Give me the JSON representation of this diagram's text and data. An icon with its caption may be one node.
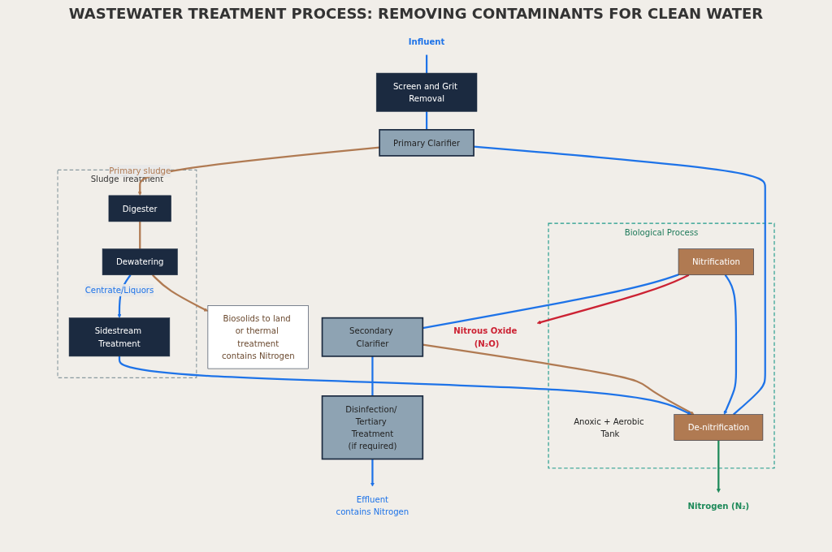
{
  "diagram": {
    "title": "WASTEWATER TREATMENT PROCESS: REMOVING CONTAMINANTS FOR CLEAN WATER",
    "nodes": [
      {
        "text": [
          "Influent"
        ]
      },
      {
        "text": [
          "Screen and Grit Removal"
        ]
      },
      {
        "text": [
          "Primary Clarifier"
        ]
      },
      {
        "text": [
          "Biological Process"
        ]
      },
      {
        "text": [
          "Anoxic + Aerobic Tank"
        ],
        "in": 3
      },
      {
        "text": [
          "De-nitrification"
        ],
        "in": 3
      },
      {
        "text": [
          "Nitrification"
        ],
        "in": 3
      },
      {
        "text": [
          "Nitrogen (N₂)"
        ]
      },
      {
        "text": [
          "Nitrous Oxide (N₂O)"
        ]
      },
      {
        "text": [
          "Secondary Clarifier"
        ]
      },
      {
        "text": [
          "Disinfection/ Tertiary Treatment",
          "(if required)"
        ]
      },
      {
        "text": [
          "Effluent",
          "contains Nitrogen"
        ]
      },
      {
        "text": [
          "Sludge Treatment"
        ]
      },
      {
        "text": [
          "Digester"
        ],
        "in": 12
      },
      {
        "text": [
          "Dewatering"
        ],
        "in": 12
      },
      {
        "text": [
          "Sidestream Treatment"
        ],
        "in": 12
      },
      {
        "text": [
          "Biosolids to land or thermal treatment",
          "contains Nitrogen"
        ]
      }
    ],
    "edges": [
      {
        "from": 0,
        "to": 1,
        "arrow": "none"
      },
      {
        "from": 1,
        "to": 2,
        "arrow": "none"
      },
      {
        "from": 2,
        "to": 5,
        "arrow": "none"
      },
      {
        "from": 6,
        "to": 5,
        "arrow": "to"
      },
      {
        "from": 5,
        "to": 7,
        "arrow": "to",
        "color": "#1e8a5a"
      },
      {
        "from": 6,
        "to": 8,
        "arrow": "to",
        "color": "#cc2233"
      },
      {
        "from": 6,
        "to": 9,
        "arrow": "none"
      },
      {
        "from": 9,
        "to": 10,
        "arrow": "none"
      },
      {
        "from": 10,
        "to": 11,
        "arrow": "to"
      },
      {
        "from": 9,
        "to": 5,
        "arrow": "to",
        "color": "#b07a52"
      },
      {
        "from": 2,
        "to": 13,
        "arrow": "to",
        "label": "Primary sludge",
        "color": "#b07a52"
      },
      {
        "from": 13,
        "to": 14,
        "arrow": "none",
        "color": "#b07a52"
      },
      {
        "from": 14,
        "to": 16,
        "arrow": "to",
        "color": "#b07a52"
      },
      {
        "from": 14,
        "to": 15,
        "arrow": "to",
        "label": "Centrate/Liquors"
      },
      {
        "from": 15,
        "to": 5,
        "arrow": "to"
      }
    ]
  }
}
